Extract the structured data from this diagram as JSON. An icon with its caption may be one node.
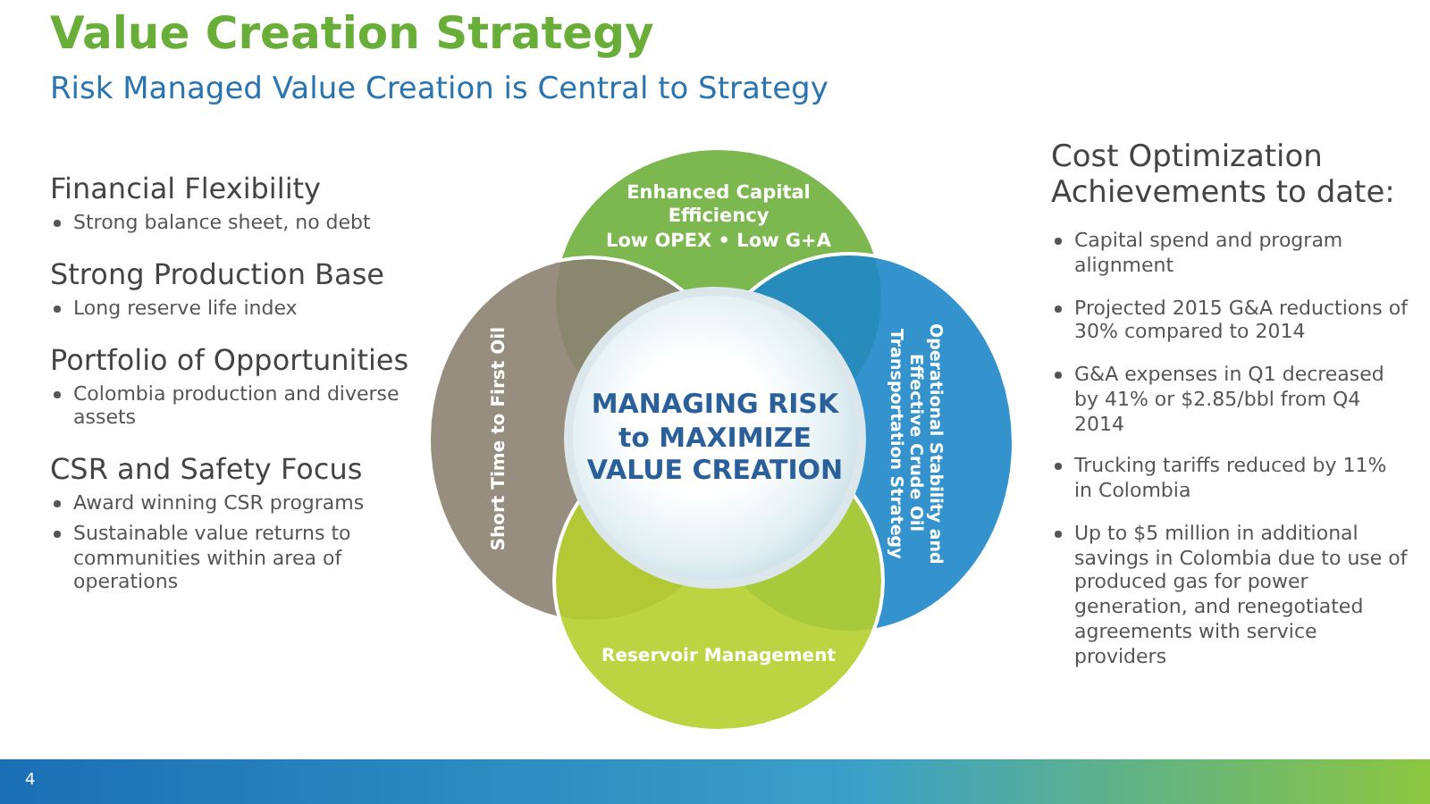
{
  "diagram": {
    "title": "Value Creation Strategy",
    "nodes": [
      {
        "text": [
          "Enhanced Capital Efficiency",
          "Low OPEX • Low G+A"
        ]
      },
      {
        "text": [
          "Short Time to First Oil"
        ]
      },
      {
        "text": [
          "Operational Stability and Effective Crude Oil Transportation Strategy"
        ]
      },
      {
        "text": [
          "Reservoir Management"
        ]
      },
      {
        "text": [
          "MANAGING RISK to MAXIMIZE VALUE CREATION"
        ]
      }
    ],
    "edges": [],
    "labels": [
      "Risk Managed Value Creation is Central to Strategy",
      "Financial Flexibility",
      "Strong balance sheet, no debt",
      "Strong Production Base",
      "Long reserve life index",
      "Portfolio of Opportunities",
      "Colombia production and diverse assets",
      "CSR and Safety Focus",
      "Award winning CSR programs",
      "Sustainable value returns to communities within area of operations",
      "Cost Optimization Achievements to date:",
      "Capital spend and program alignment",
      "Projected 2015 G&A reductions of 30% compared to 2014",
      "G&A expenses in Q1 decreased by 41% or $2.85/bbl from Q4 2014",
      "Trucking tariffs reduced by 11% in Colombia",
      "Up to $5 million in additional savings in Colombia due to use of produced gas for power generation, and renegotiated agreements with service providers",
      "4"
    ]
  }
}
